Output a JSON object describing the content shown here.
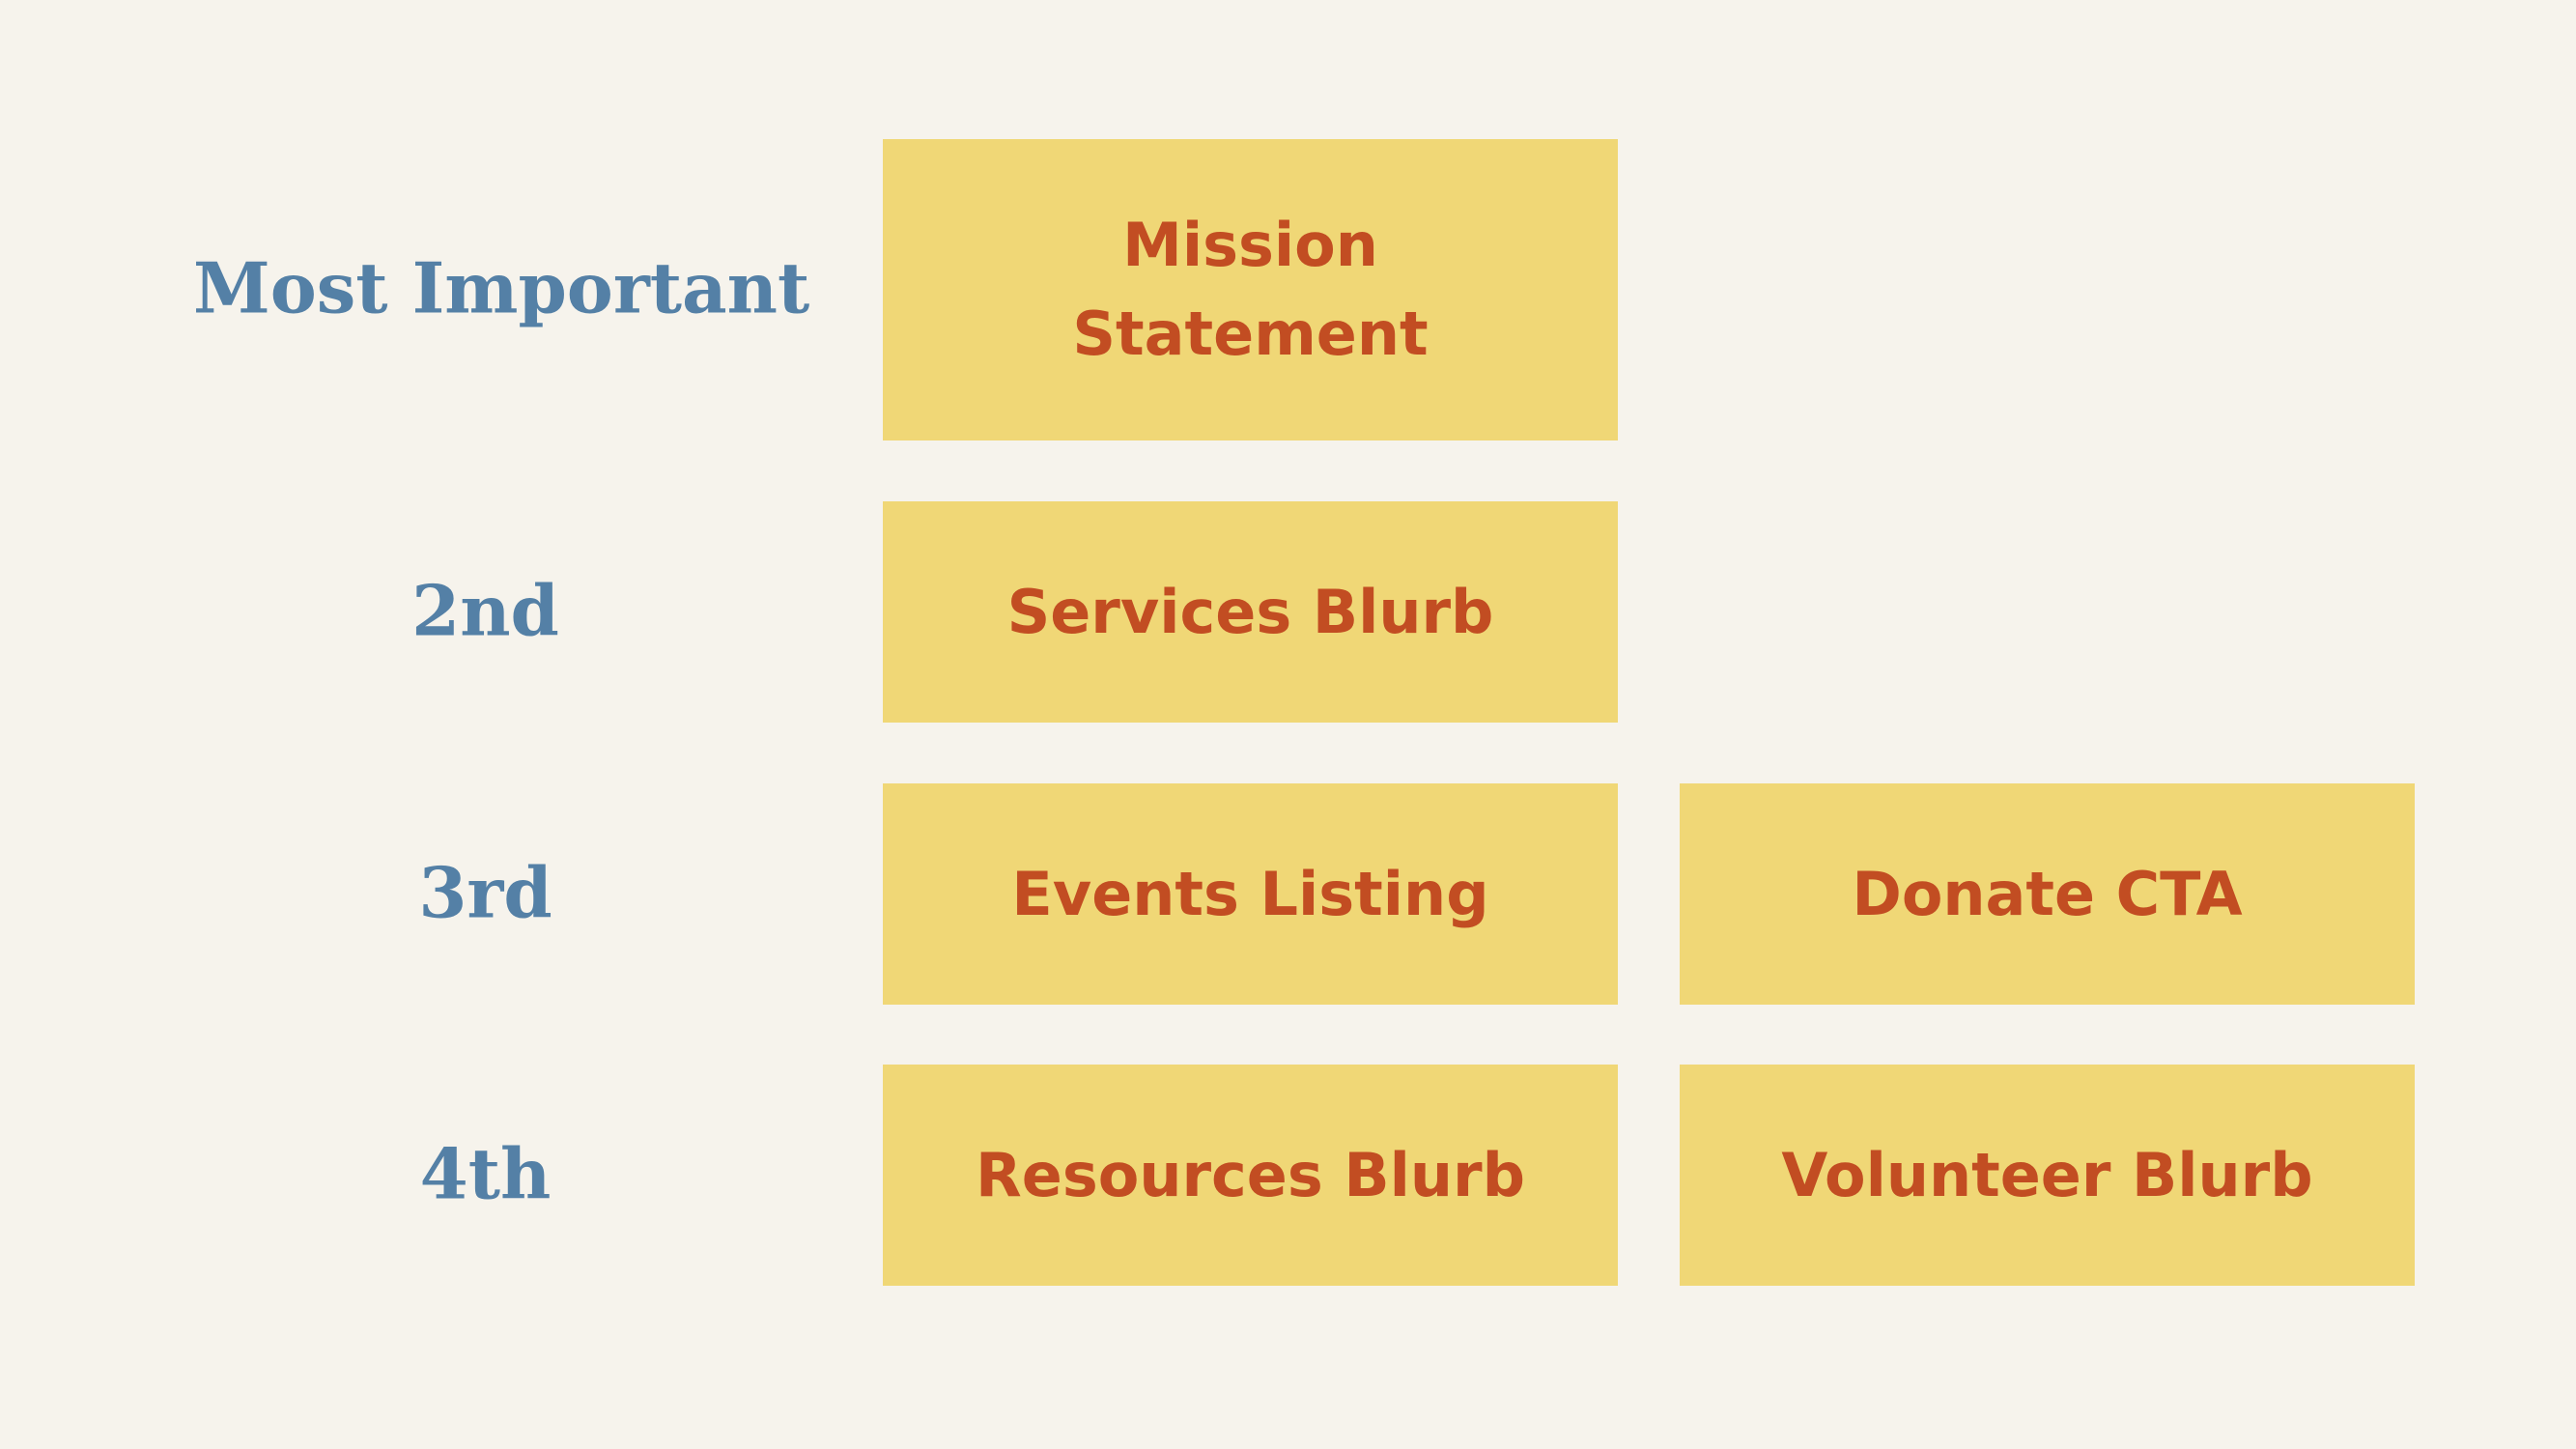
{
  "colors": {
    "background": "#f6f3ec",
    "box_fill": "#f0d776",
    "rank_text": "#5480a6",
    "box_text": "#c24d22"
  },
  "ranks": {
    "first": "Most Important",
    "second": "2nd",
    "third": "3rd",
    "fourth": "4th"
  },
  "boxes": {
    "mission_line1": "Mission",
    "mission_line2": "Statement",
    "services": "Services Blurb",
    "events": "Events Listing",
    "donate": "Donate CTA",
    "resources": "Resources Blurb",
    "volunteer": "Volunteer Blurb"
  }
}
